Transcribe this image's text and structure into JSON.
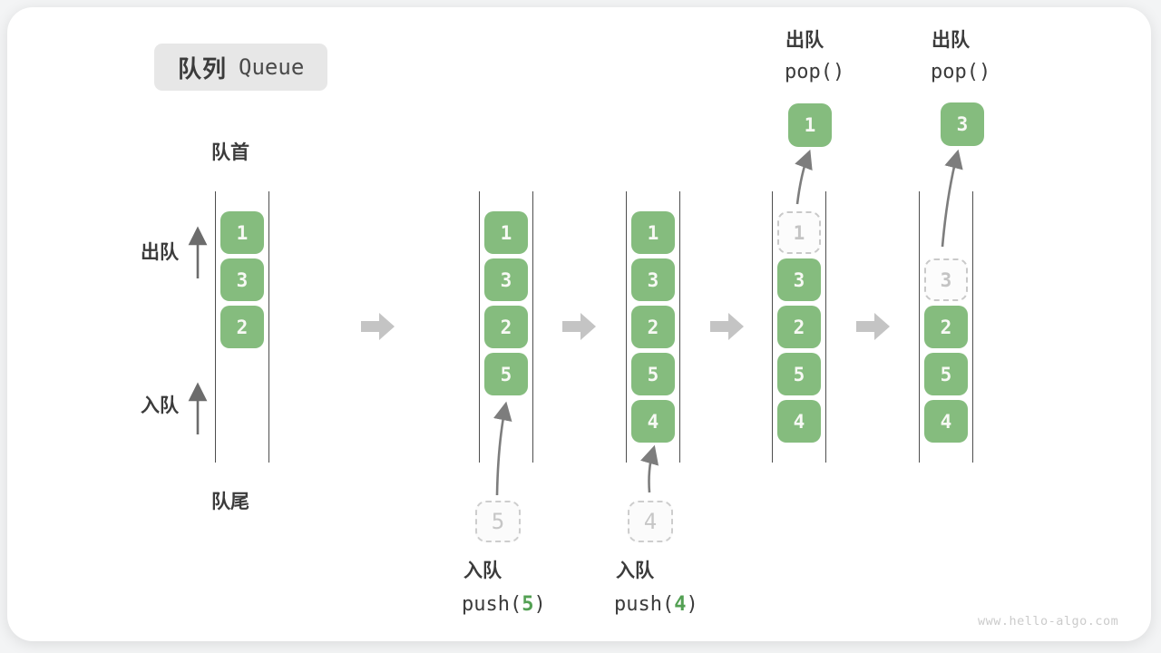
{
  "title": {
    "zh": "队列",
    "en": "Queue"
  },
  "labels": {
    "front": "队首",
    "rear": "队尾",
    "dequeue": "出队",
    "enqueue": "入队"
  },
  "stages": [
    {
      "cells": [
        {
          "v": "1"
        },
        {
          "v": "3"
        },
        {
          "v": "2"
        }
      ]
    },
    {
      "cells": [
        {
          "v": "1"
        },
        {
          "v": "3"
        },
        {
          "v": "2"
        },
        {
          "v": "5"
        }
      ],
      "staged": "5"
    },
    {
      "cells": [
        {
          "v": "1"
        },
        {
          "v": "3"
        },
        {
          "v": "2"
        },
        {
          "v": "5"
        },
        {
          "v": "4"
        }
      ],
      "staged": "4"
    },
    {
      "cells": [
        {
          "v": "1",
          "ghost": true
        },
        {
          "v": "3"
        },
        {
          "v": "2"
        },
        {
          "v": "5"
        },
        {
          "v": "4"
        }
      ],
      "popped": "1"
    },
    {
      "cells": [
        {
          "v": "3",
          "ghost": true
        },
        {
          "v": "2"
        },
        {
          "v": "5"
        },
        {
          "v": "4"
        }
      ],
      "popped": "3"
    }
  ],
  "push_ops": [
    {
      "label": "入队",
      "fn_open": "push(",
      "arg": "5",
      "fn_close": ")"
    },
    {
      "label": "入队",
      "fn_open": "push(",
      "arg": "4",
      "fn_close": ")"
    }
  ],
  "pop_ops": [
    {
      "label": "出队",
      "code": "pop()"
    },
    {
      "label": "出队",
      "code": "pop()"
    }
  ],
  "colors": {
    "node_green": "#85bc7e",
    "accent_green": "#53a053",
    "ghost_gray": "#c9c9c9",
    "arrow_gray": "#808080",
    "block_arrow_gray": "#c4c4c4",
    "text_dark": "#3b3b3b"
  },
  "watermark": "www.hello-algo.com"
}
